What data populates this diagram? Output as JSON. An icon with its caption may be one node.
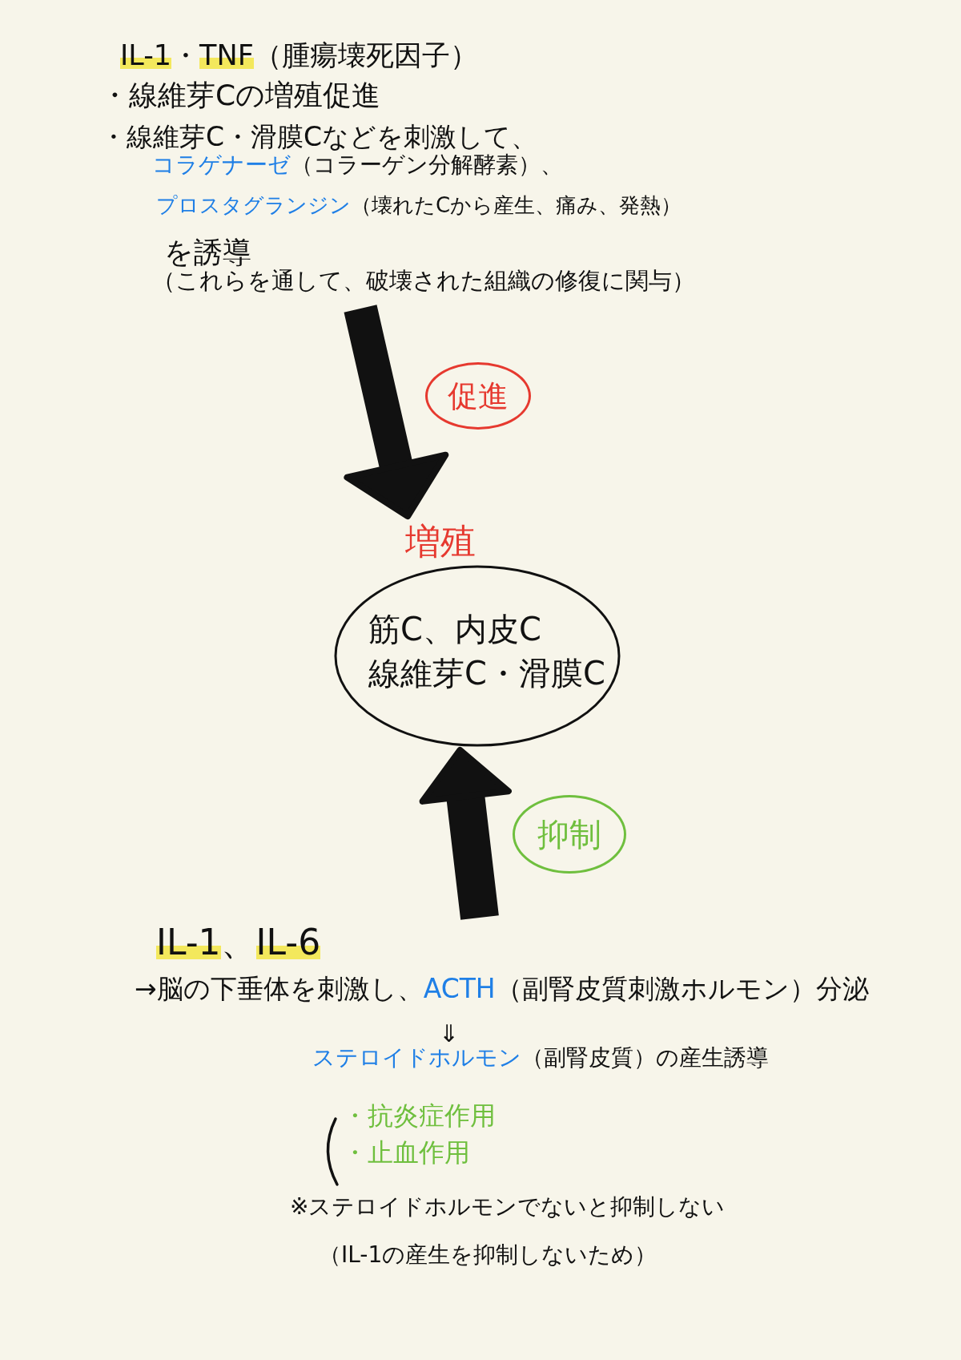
{
  "diagram": {
    "nodes": [
      {
        "text": [
          "IL-1",
          "・",
          "TNF",
          "（腫瘍壊死因子）",
          "・線維芽Cの増殖促進",
          "・線維芽C・滑膜Cなどを刺激して、",
          "コラゲナーゼ",
          "（コラーゲン分解酵素）、",
          "プロスタグランジン",
          "（壊れたCから産生、痛み、発熱）",
          "を誘導",
          "（これらを通して、破壊された組織の修復に関与）"
        ]
      },
      {
        "text": [
          "筋C、内皮C 線維芽C・滑膜C"
        ],
        "beside": [
          "増殖"
        ]
      },
      {
        "text": [
          "IL-1",
          "、",
          "IL-6",
          "→脳の下垂体を刺激し、",
          "ACTH",
          "（副腎皮質刺激ホルモン）分泌",
          "⇓",
          "ステロイドホルモン",
          "（副腎皮質）の産生誘導",
          "・抗炎症作用",
          "・止血作用"
        ]
      }
    ],
    "edges": [
      {
        "from": 0,
        "to": 1,
        "arrow": "to",
        "label": "促進"
      },
      {
        "from": 2,
        "to": 1,
        "arrow": "to",
        "label": "抑制"
      }
    ],
    "labels": [
      "※ステロイドホルモンでないと抑制しない",
      "（IL-1の産生を抑制しないため）"
    ]
  }
}
